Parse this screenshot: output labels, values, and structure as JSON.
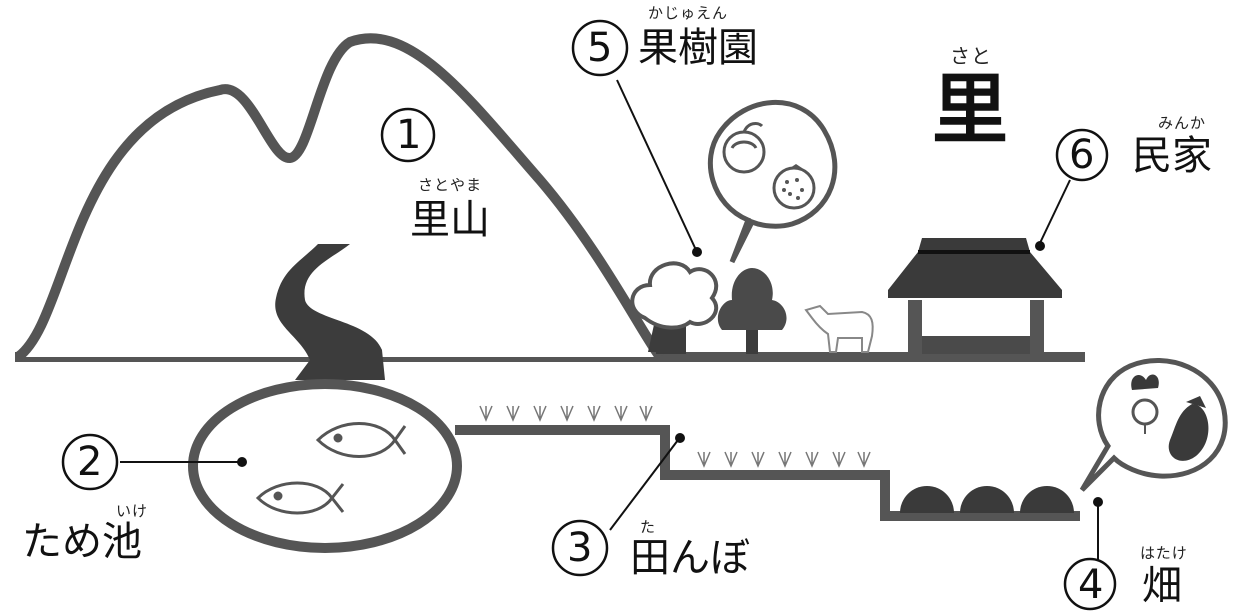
{
  "title": {
    "text": "里",
    "ruby": "さと"
  },
  "labels": [
    {
      "id": "satoyama",
      "number": "1",
      "text": "里山",
      "ruby": "さとやま"
    },
    {
      "id": "tameike",
      "number": "2",
      "text": "ため池",
      "ruby": "いけ"
    },
    {
      "id": "tanbo",
      "number": "3",
      "text": "田んぼ",
      "ruby": "た"
    },
    {
      "id": "hatake",
      "number": "4",
      "text": "畑",
      "ruby": "はたけ"
    },
    {
      "id": "kajuen",
      "number": "5",
      "text": "果樹園",
      "ruby": "かじゅえん"
    },
    {
      "id": "minka",
      "number": "6",
      "text": "民家",
      "ruby": "みんか"
    }
  ],
  "colors": {
    "outline": "#555555",
    "dark": "#3a3a3a",
    "mid": "#4a4a4a",
    "light": "#ffffff"
  }
}
